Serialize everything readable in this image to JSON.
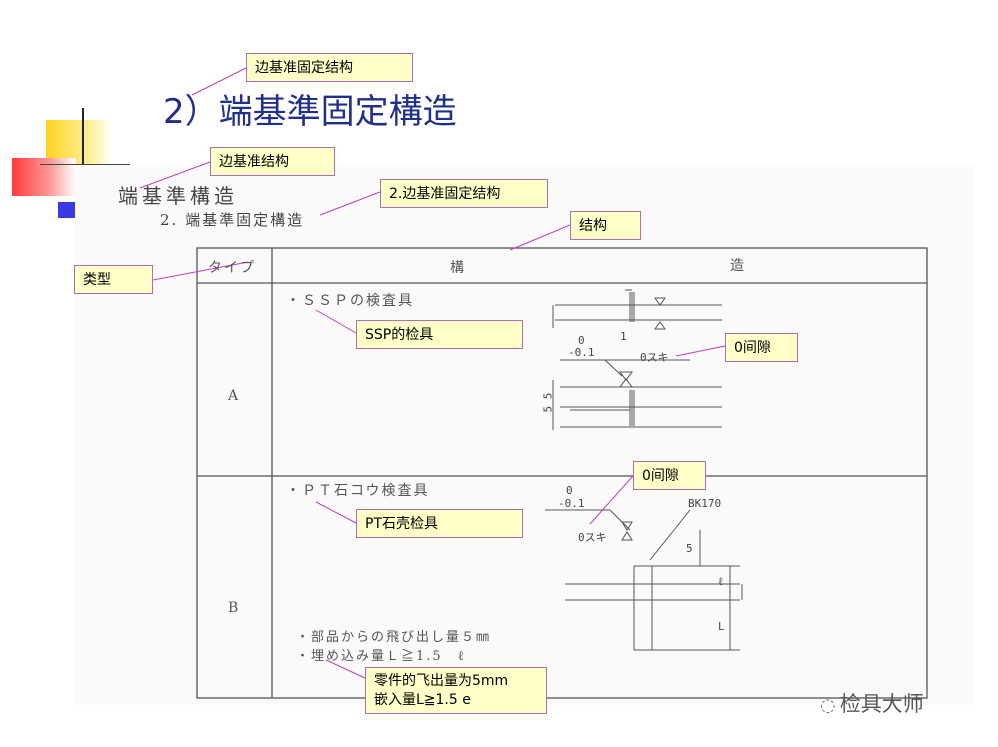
{
  "slide": {
    "title": "2）端基準固定構造"
  },
  "document": {
    "heading": "端基準構造",
    "subheading": "2. 端基準固定構造",
    "table": {
      "header_type": "タイプ",
      "header_structure_left": "構",
      "header_structure_right": "造",
      "rows": [
        {
          "type": "A",
          "item": "・ＳＳＰの検査具",
          "dim_tol": "0",
          "dim_tol2": "-0.1",
          "gap_label": "0スキ",
          "dim_1": "1",
          "dim_55": "5 5"
        },
        {
          "type": "B",
          "item": "・ＰＴ石コウ検査具",
          "dim_tol": "0",
          "dim_tol2": "-0.1",
          "gap_label": "0スキ",
          "part": "BK170",
          "dim_5": "5",
          "dim_l": "ℓ",
          "dim_L": "L",
          "notes": [
            "・部品からの飛び出し量５㎜",
            "・埋め込み量Ｌ≧1.5　ℓ"
          ]
        }
      ]
    }
  },
  "annotations": {
    "title_cn": "边基准固定结构",
    "heading_cn": "边基准结构",
    "subheading_cn": "2.边基准固定结构",
    "structure_cn": "结构",
    "type_cn": "类型",
    "ssp_cn": "SSP的检具",
    "gap_a_cn": "0间隙",
    "gap_b_cn": "0间隙",
    "pt_cn": "PT石壳检具",
    "notes_cn_line1": "零件的飞出量为5mm",
    "notes_cn_line2": "嵌入量L≧1.5 e"
  },
  "watermark": "检具大师",
  "colors": {
    "title": "#1f2f8a",
    "note_bg": "#ffffc8",
    "note_border": "#b36bb3",
    "leader": "#c040c0",
    "deco_yellow": "#ffd21f",
    "deco_red": "#ff3a3a",
    "deco_blue": "#3a3ae0"
  }
}
